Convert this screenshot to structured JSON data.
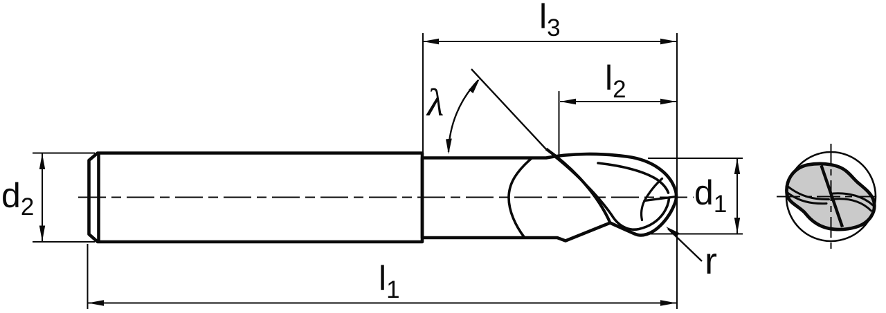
{
  "diagram": {
    "type": "technical-drawing",
    "subject": "ball-nose-end-mill-dimension-drawing",
    "labels": {
      "l3": {
        "base": "l",
        "sub": "3"
      },
      "l2": {
        "base": "l",
        "sub": "2"
      },
      "l1": {
        "base": "l",
        "sub": "1"
      },
      "d2": {
        "base": "d",
        "sub": "2"
      },
      "d1": {
        "base": "d",
        "sub": "1"
      },
      "lambda": "λ",
      "r": "r"
    },
    "colors": {
      "body_fill": "#cacaca",
      "line": "#0a0a0a",
      "background": "#ffffff"
    }
  }
}
